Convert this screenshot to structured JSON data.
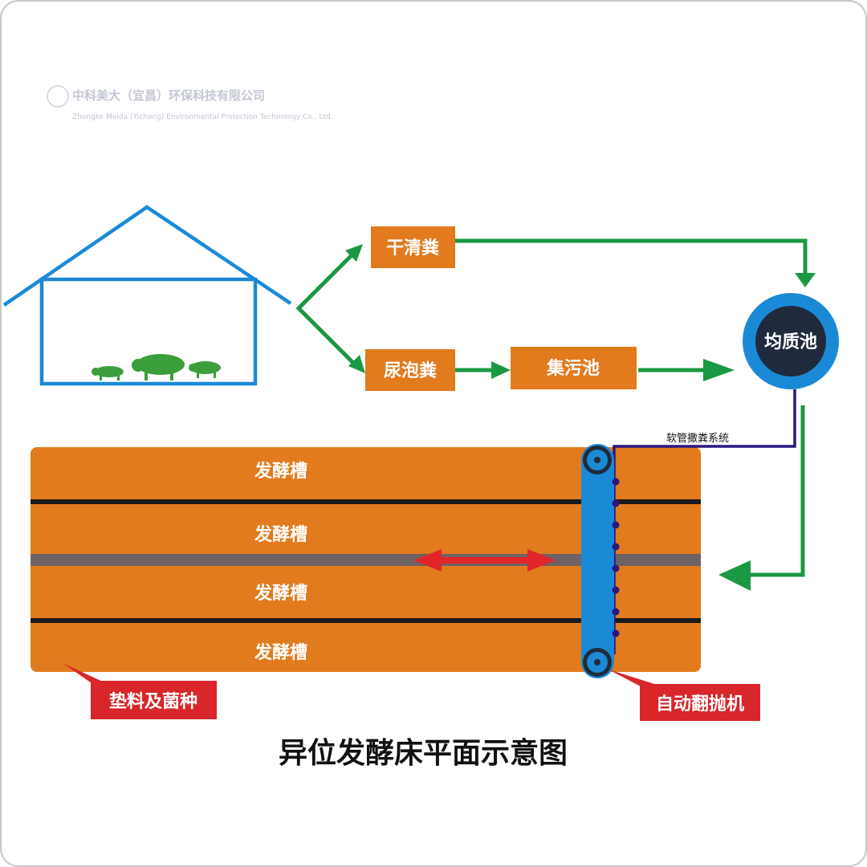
{
  "watermark": {
    "cn": "中科美大（宜昌）环保科技有限公司",
    "en": "Zhongke Meida (Yichang) Environmental Protection Technology Co., Ltd."
  },
  "nodes": {
    "dry_manure": "干清粪",
    "soaked_manure": "尿泡粪",
    "collection_pool": "集污池",
    "homogenizing_pool": "均质池",
    "hose_system": "软管撒粪系统",
    "tank_labels": [
      "发酵槽",
      "发酵槽",
      "发酵槽",
      "发酵槽"
    ],
    "bedding_label": "垫料及菌种",
    "turner_label": "自动翻抛机"
  },
  "title": "异位发酵床平面示意图",
  "colors": {
    "orange": "#e27a1e",
    "blue": "#1b8ad6",
    "green": "#1a9843",
    "red": "#d8262a",
    "purple": "#2a1880",
    "dark": "#1f2b3c"
  }
}
